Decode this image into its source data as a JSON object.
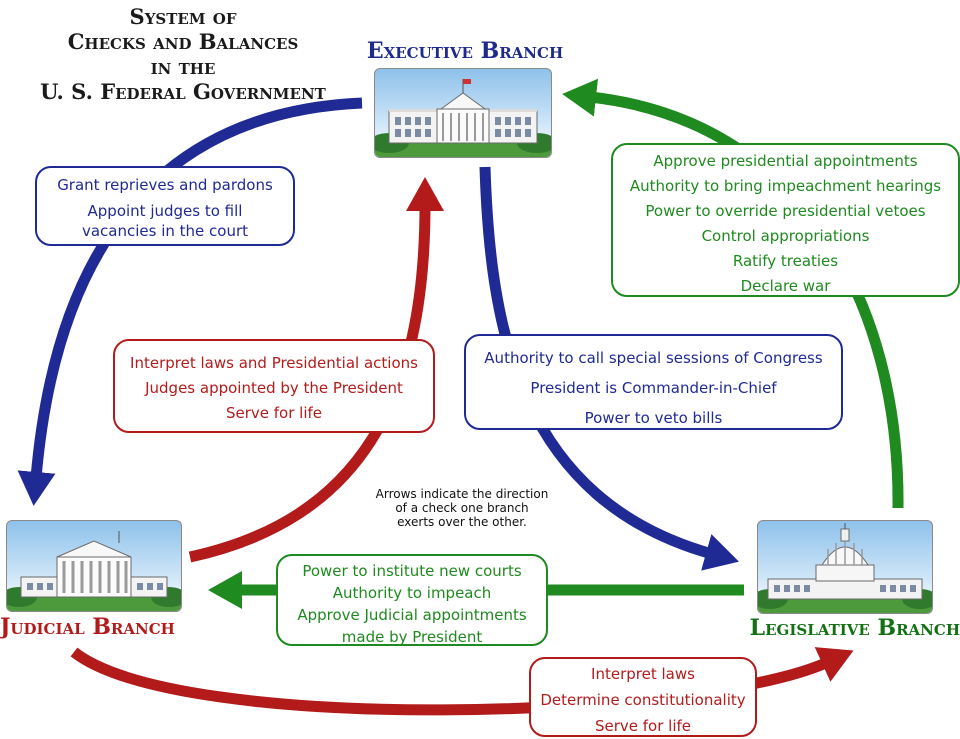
{
  "title": {
    "line1": "System of",
    "line2": "Checks and Balances",
    "line3": "in the",
    "line4": "U. S. Federal Government"
  },
  "branches": {
    "executive": "Executive Branch",
    "judicial": "Judicial Branch",
    "legislative": "Legislative Branch"
  },
  "checks": {
    "executive_to_judicial": [
      "Grant reprieves and pardons",
      "Appoint judges to fill",
      "vacancies in the court"
    ],
    "judicial_to_executive": [
      "Interpret laws and Presidential actions",
      "Judges appointed by the President",
      "Serve for life"
    ],
    "executive_to_legislative": [
      "Authority to call special sessions of Congress",
      "President is Commander-in-Chief",
      "Power to veto bills"
    ],
    "legislative_to_executive": [
      "Approve presidential appointments",
      "Authority to bring impeachment hearings",
      "Power to override presidential vetoes",
      "Control appropriations",
      "Ratify treaties",
      "Declare war"
    ],
    "legislative_to_judicial": [
      "Power to institute new courts",
      "Authority to impeach",
      "Approve Judicial appointments",
      "made by President"
    ],
    "judicial_to_legislative": [
      "Interpret laws",
      "Determine constitutionality",
      "Serve for life"
    ]
  },
  "note": [
    "Arrows indicate the direction",
    "of a check one branch",
    "exerts over the other."
  ],
  "colors": {
    "executive": "#1f2a95",
    "judicial": "#b31b1b",
    "legislative": "#1f8a1f"
  }
}
